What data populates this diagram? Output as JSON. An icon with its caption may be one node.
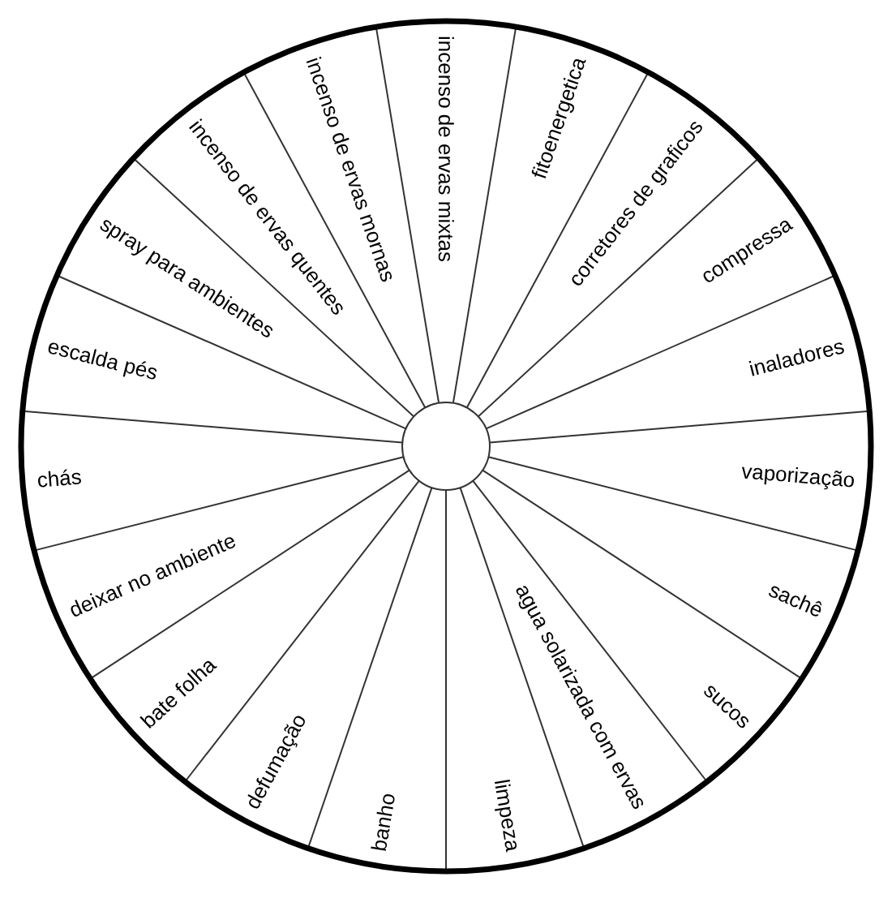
{
  "diagram": {
    "nodes": [
      {
        "text": [
          "incenso de ervas mixtas"
        ]
      },
      {
        "text": [
          "fitoenergetica"
        ]
      },
      {
        "text": [
          "corretores de graficos"
        ]
      },
      {
        "text": [
          "compressa"
        ]
      },
      {
        "text": [
          "inaladores"
        ]
      },
      {
        "text": [
          "vaporização"
        ]
      },
      {
        "text": [
          "sachê"
        ]
      },
      {
        "text": [
          "sucos"
        ]
      },
      {
        "text": [
          "agua solarizada com ervas"
        ]
      },
      {
        "text": [
          "limpeza"
        ]
      },
      {
        "text": [
          "banho"
        ]
      },
      {
        "text": [
          "defumação"
        ]
      },
      {
        "text": [
          "bate folha"
        ]
      },
      {
        "text": [
          "deixar no ambiente"
        ]
      },
      {
        "text": [
          "chás"
        ]
      },
      {
        "text": [
          "escalda pés"
        ]
      },
      {
        "text": [
          "spray para ambientes"
        ]
      },
      {
        "text": [
          "incenso de ervas quentes"
        ]
      },
      {
        "text": [
          "incenso de ervas mornas"
        ]
      }
    ]
  }
}
